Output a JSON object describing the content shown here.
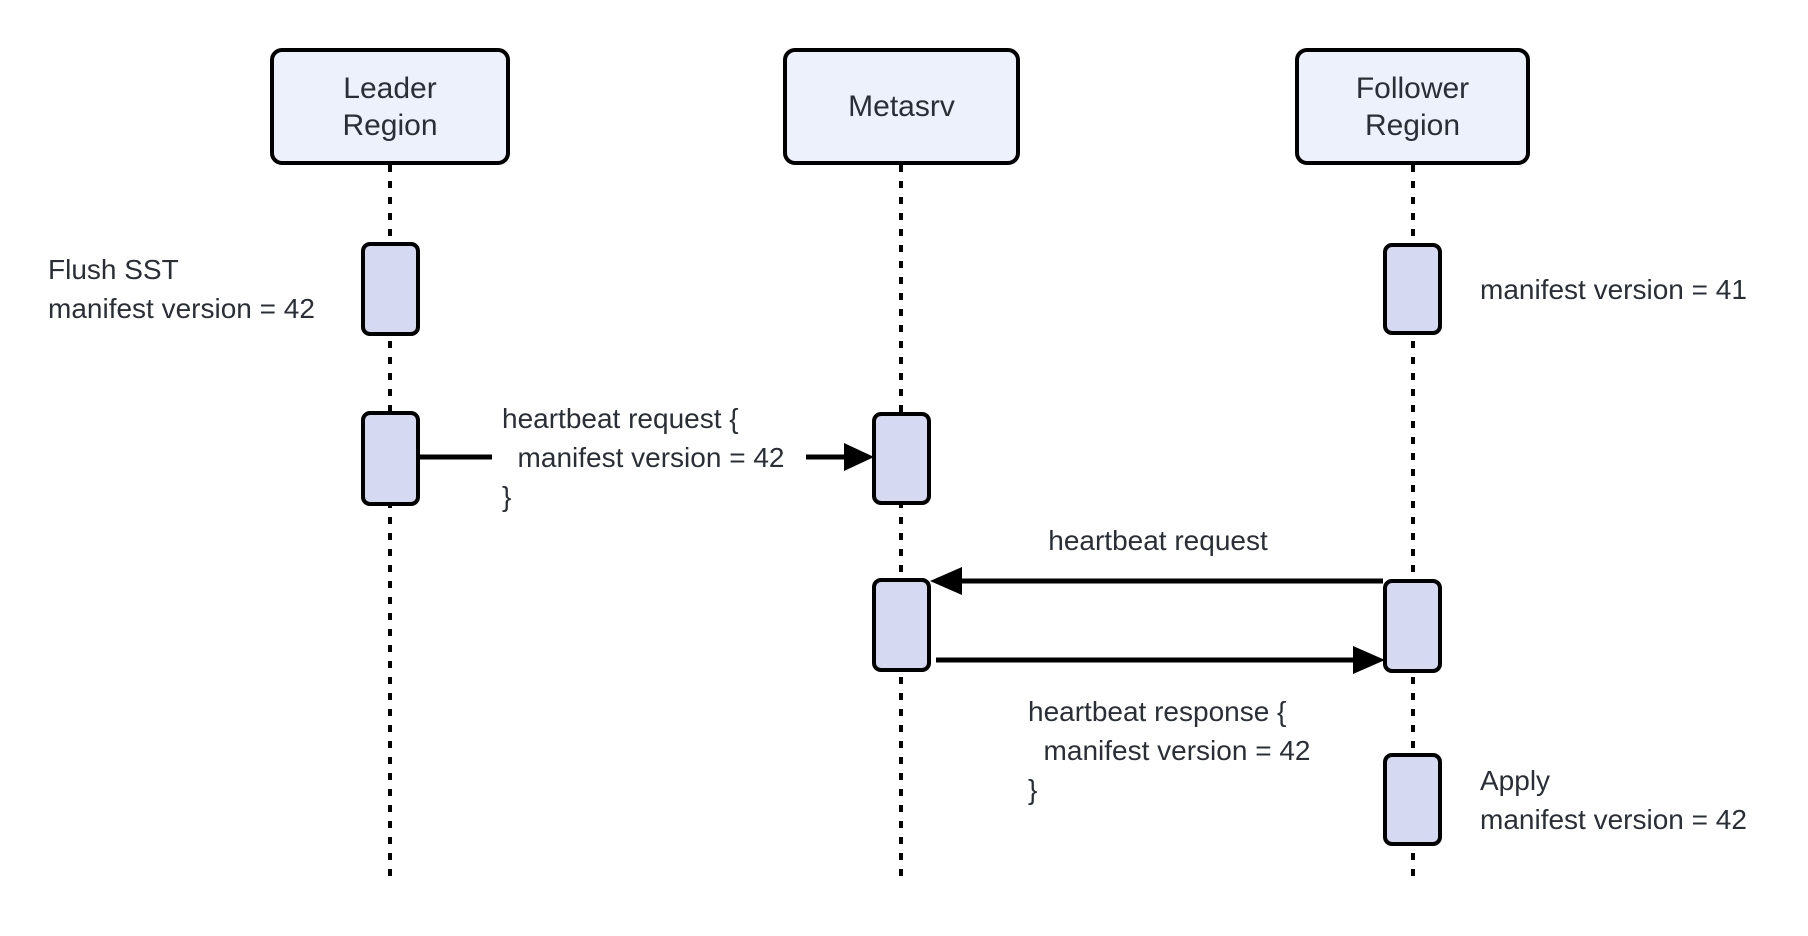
{
  "diagram": {
    "type": "sequence-diagram",
    "participants": [
      {
        "name": "Leader Region",
        "label": "Leader\nRegion"
      },
      {
        "name": "Metasrv",
        "label": "Metasrv"
      },
      {
        "name": "Follower Region",
        "label": "Follower\nRegion"
      }
    ],
    "notes": {
      "leader_flush": "Flush SST\nmanifest version = 42",
      "follower_version": "manifest version = 41",
      "follower_apply": "Apply\nmanifest version = 42"
    },
    "messages": [
      {
        "from": "Leader Region",
        "to": "Metasrv",
        "label": "heartbeat request {\n  manifest version = 42\n}"
      },
      {
        "from": "Follower Region",
        "to": "Metasrv",
        "label": "heartbeat request"
      },
      {
        "from": "Metasrv",
        "to": "Follower Region",
        "label": "heartbeat response {\n  manifest version = 42\n}"
      }
    ],
    "colors": {
      "background": "#ffffff",
      "participant_fill": "#edf1fb",
      "activation_fill": "#d5d9f2",
      "line": "#000000",
      "text": "#2a2f37"
    }
  }
}
